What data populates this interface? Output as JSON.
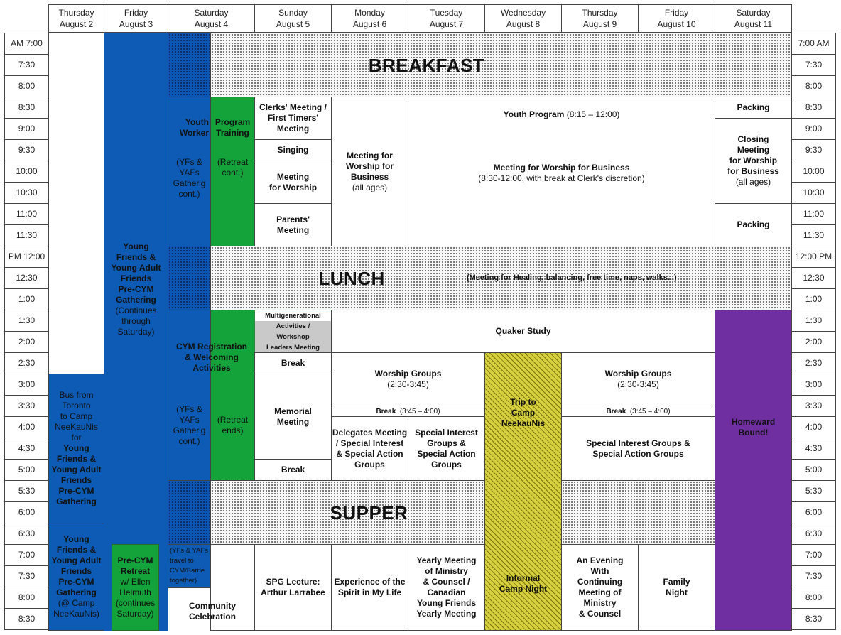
{
  "days": [
    {
      "weekday": "Thursday",
      "date": "August 2"
    },
    {
      "weekday": "Friday",
      "date": "August 3"
    },
    {
      "weekday": "Saturday",
      "date": "August 4"
    },
    {
      "weekday": "Sunday",
      "date": "August 5"
    },
    {
      "weekday": "Monday",
      "date": "August 6"
    },
    {
      "weekday": "Tuesday",
      "date": "August 7"
    },
    {
      "weekday": "Wednesday",
      "date": "August 8"
    },
    {
      "weekday": "Thursday",
      "date": "August 9"
    },
    {
      "weekday": "Friday",
      "date": "August 10"
    },
    {
      "weekday": "Saturday",
      "date": "August 11"
    }
  ],
  "times_left": [
    "AM   7:00",
    "7:30",
    "8:00",
    "8:30",
    "9:00",
    "9:30",
    "10:00",
    "10:30",
    "11:00",
    "11:30",
    "PM 12:00",
    "12:30",
    "1:00",
    "1:30",
    "2:00",
    "2:30",
    "3:00",
    "3:30",
    "4:00",
    "4:30",
    "5:00",
    "5:30",
    "6:00",
    "6:30",
    "7:00",
    "7:30",
    "8:00",
    "8:30"
  ],
  "times_right": [
    "7:00 AM",
    "7:30",
    "8:00",
    "8:30",
    "9:00",
    "9:30",
    "10:00",
    "10:30",
    "11:00",
    "11:30",
    "12:00 PM",
    "12:30",
    "1:00",
    "1:30",
    "2:00",
    "2:30",
    "3:00",
    "3:30",
    "4:00",
    "4:30",
    "5:00",
    "5:30",
    "6:00",
    "6:30",
    "7:00",
    "7:30",
    "8:00",
    "8:30"
  ],
  "meals": {
    "breakfast": "BREAKFAST",
    "lunch": "LUNCH",
    "lunch_note": "(Meeting for Healing, balancing, free time, naps, walks...)",
    "supper": "SUPPER"
  },
  "thu2": {
    "bus": [
      "Bus from",
      "Toronto",
      "to Camp",
      "NeeKauNis",
      "for"
    ],
    "bus_bold": [
      "Young",
      "Friends &",
      "Young Adult",
      "Friends",
      "Pre-CYM",
      "Gathering"
    ],
    "eve_bold": [
      "Young",
      "Friends &",
      "Young Adult",
      "Friends",
      "Pre-CYM",
      "Gathering"
    ],
    "eve_note": [
      "(@ Camp",
      "NeeKauNis)"
    ]
  },
  "fri3": {
    "gathering_bold": [
      "Young",
      "Friends &",
      "Young Adult",
      "Friends",
      "Pre-CYM",
      "Gathering"
    ],
    "gathering_note": [
      "(Continues",
      "through",
      "Saturday)"
    ],
    "retreat_bold": [
      "Pre-CYM",
      "Retreat"
    ],
    "retreat_note": [
      "w/ Ellen",
      "Helmuth",
      "(continues",
      "Saturday)"
    ]
  },
  "sat4": {
    "youth_worker": [
      "Youth",
      "Worker"
    ],
    "program_training": [
      "Program",
      "Training"
    ],
    "yf_gather": [
      "(YFs &",
      "YAFs",
      "Gather'g",
      "cont.)"
    ],
    "retreat_cont": [
      "(Retreat",
      "cont.)"
    ],
    "cym_registration": [
      "CYM Registration",
      "& Welcoming",
      "Activities"
    ],
    "yf_gather2": [
      "(YFs &",
      "YAFs",
      "Gather'g",
      "cont.)"
    ],
    "retreat_ends": [
      "(Retreat",
      "ends)"
    ],
    "travel": [
      "(YFs & YAFs",
      "travel to",
      "CYM/Barrie",
      "together)"
    ],
    "community": [
      "Community",
      "Celebration"
    ]
  },
  "sun5": {
    "clerks": [
      "Clerks' Meeting /",
      "First Timers'",
      "Meeting"
    ],
    "singing": "Singing",
    "mfw": [
      "Meeting",
      "for Worship"
    ],
    "parents": [
      "Parents'",
      "Meeting"
    ],
    "multigen": [
      "Multigenerational",
      "Activities /",
      "Workshop",
      "Leaders Meeting"
    ],
    "break1": "Break",
    "memorial": [
      "Memorial",
      "Meeting"
    ],
    "break2": "Break",
    "spg": [
      "SPG Lecture:",
      "Arthur Larrabee"
    ]
  },
  "mon6": {
    "mfwb": [
      "Meeting for",
      "Worship for",
      "Business"
    ],
    "mfwb_note": "(all ages)",
    "delegates": [
      "Delegates Meeting",
      "/ Special Interest",
      "& Special Action",
      "Groups"
    ],
    "experience": [
      "Experience of the",
      "Spirit in My Life"
    ]
  },
  "mid": {
    "youth_program": "Youth Program",
    "youth_program_time": "(8:15 – 12:00)",
    "mfwb": "Meeting for Worship for Business",
    "mfwb_note": "(8:30-12:00, with break at Clerk's discretion)",
    "quaker_study": "Quaker Study",
    "worship_groups": "Worship Groups",
    "worship_groups_time": "(2:30-3:45)",
    "break_label": "Break",
    "break_time": "(3:45 – 4:00)",
    "worship_groups_r": "Worship Groups",
    "worship_groups_r_time": "(2:30-3:45)",
    "break_label_r": "Break",
    "break_time_r": "(3:45 – 4:00)"
  },
  "tue7": {
    "sig": [
      "Special Interest",
      "Groups &",
      "Special Action",
      "Groups"
    ],
    "yearly": [
      "Yearly Meeting",
      "of Ministry",
      "& Counsel /",
      "Canadian",
      "Young Friends",
      "Yearly Meeting"
    ]
  },
  "wed8": {
    "trip": [
      "Trip to",
      "Camp",
      "NeekauNis"
    ],
    "informal": [
      "Informal",
      "Camp Night"
    ]
  },
  "thu9fri10": {
    "sig": [
      "Special Interest Groups &",
      "Special Action Groups"
    ],
    "evening": [
      "An Evening",
      "With",
      "Continuing",
      "Meeting of",
      "Ministry",
      "& Counsel"
    ],
    "family": [
      "Family",
      "Night"
    ]
  },
  "sat11": {
    "packing1": "Packing",
    "closing": [
      "Closing",
      "Meeting",
      "for Worship",
      "for Business"
    ],
    "closing_note": "(all ages)",
    "packing2": "Packing",
    "homeward": [
      "Homeward",
      "Bound!"
    ]
  },
  "colors": {
    "blue": "#0d5bb5",
    "green": "#14a33a",
    "purple": "#6f2fa0",
    "yellow": "#d6cf3e",
    "grey": "#c9c9c9"
  }
}
